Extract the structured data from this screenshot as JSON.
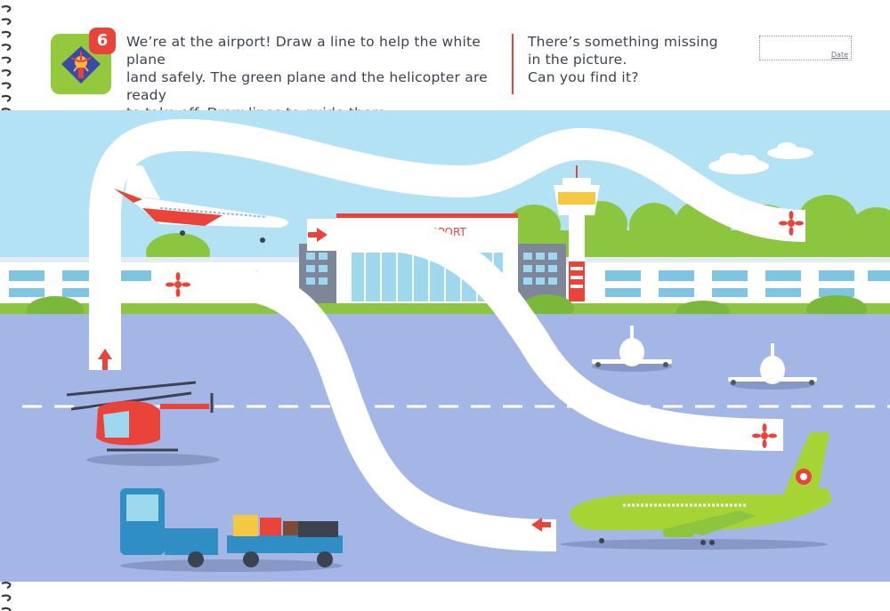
{
  "activity": {
    "number": "6",
    "instructions_line1": "We’re at the airport! Draw a line to help the white plane",
    "instructions_line2": "land safely. The green plane and the helicopter are ready",
    "instructions_line3": "to take off. Draw lines to guide them.",
    "missing_line1": "There’s something missing",
    "missing_line2": "in the picture.",
    "missing_line3": "Can you find it?",
    "date_label": "Date"
  },
  "scene": {
    "building_sign": "AIRPORT",
    "colors": {
      "sky": "#b3e2f5",
      "tarmac": "#a4b6e6",
      "grass": "#8cc63f",
      "path": "#ffffff",
      "red_accent": "#e9433a",
      "green_plane": "#a6d435"
    },
    "icons": [
      "red-arrow-icon",
      "flower-marker-icon"
    ]
  }
}
